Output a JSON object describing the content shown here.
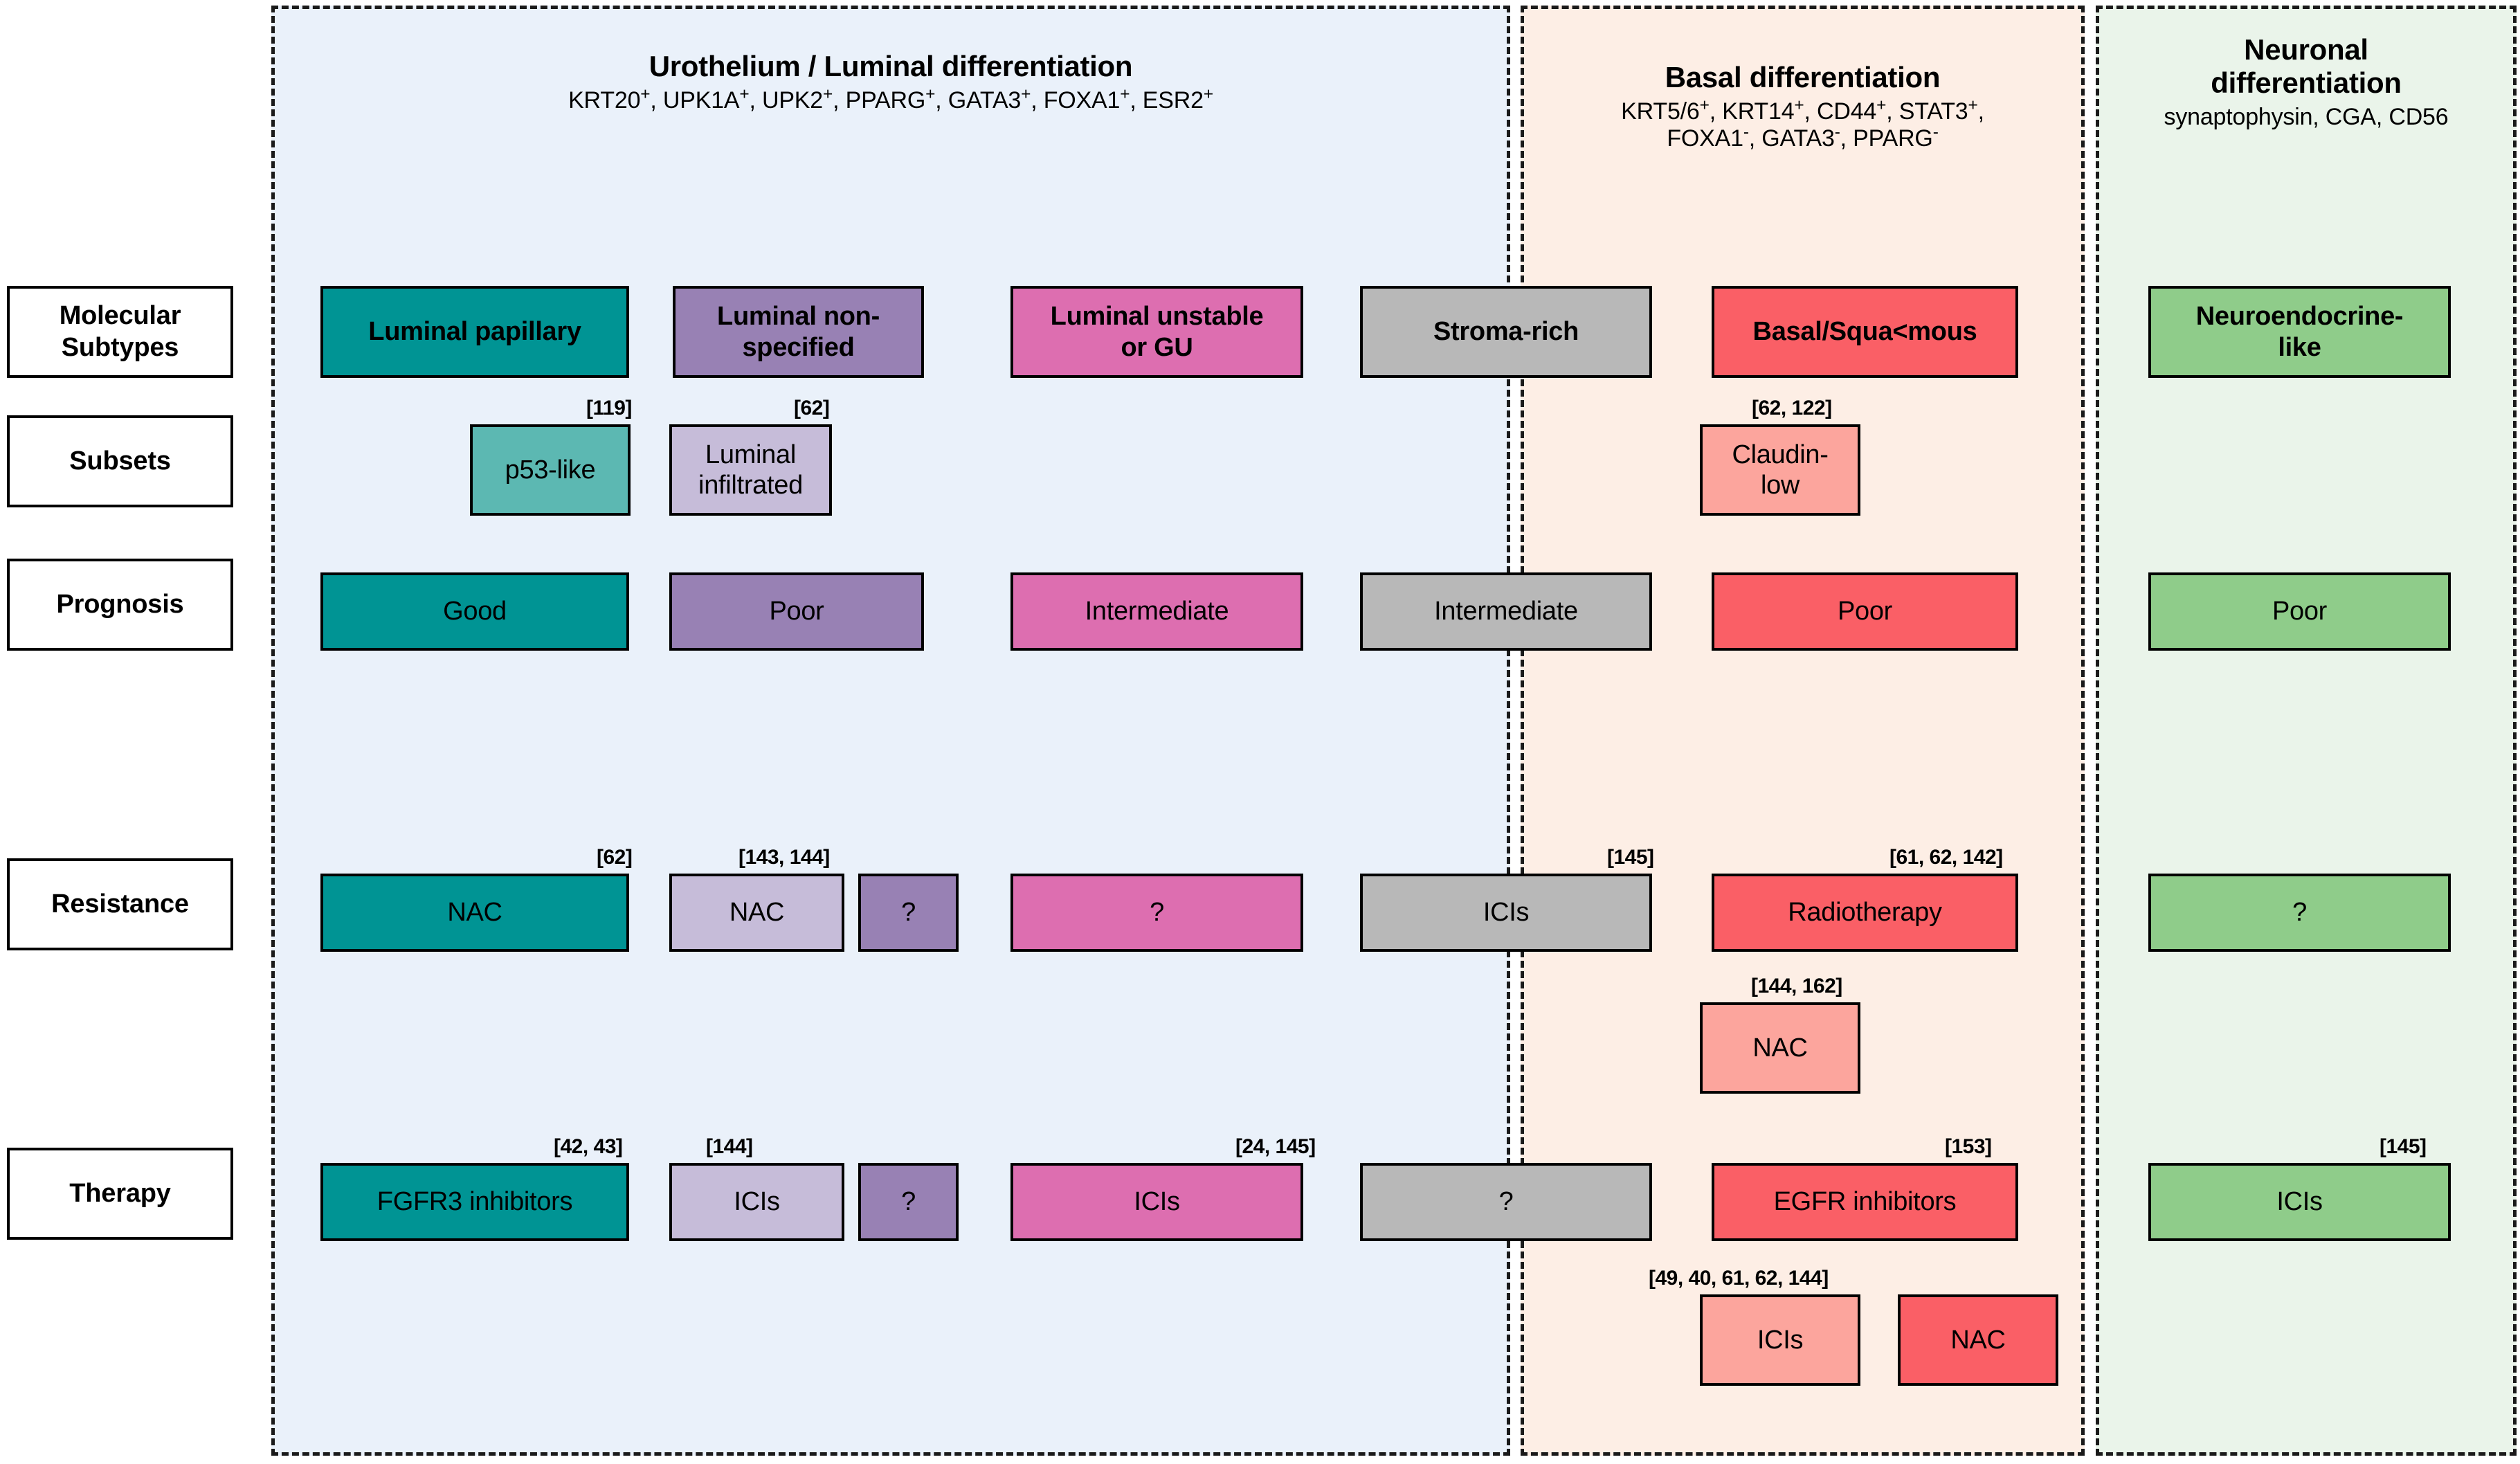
{
  "figure": {
    "title": "Bladder cancer molecular subtypes, prognosis, resistance and therapy",
    "type": "matrix-diagram"
  },
  "groups": [
    {
      "id": "luminal",
      "title": "Urothelium / Luminal differentiation",
      "markers": "KRT20+, UPK1A+, UPK2+, PPARG+, GATA3+, FOXA1+, ESR2+",
      "bg": "#eaf1fa"
    },
    {
      "id": "basal",
      "title": "Basal differentiation",
      "markers_line1": "KRT5/6+, KRT14+, CD44+, STAT3+,",
      "markers_line2": "FOXA1-, GATA3-, PPARG-",
      "bg": "#fdeee5"
    },
    {
      "id": "neuronal",
      "title_line1": "Neuronal",
      "title_line2": "differentiation",
      "markers": "synaptophysin, CGA, CD56",
      "bg": "#eaf4ea"
    }
  ],
  "row_labels": [
    {
      "id": "molecular-subtypes",
      "line1": "Molecular",
      "line2": "Subtypes"
    },
    {
      "id": "subsets",
      "line1": "Subsets",
      "line2": ""
    },
    {
      "id": "prognosis",
      "line1": "Prognosis",
      "line2": ""
    },
    {
      "id": "resistance",
      "line1": "Resistance",
      "line2": ""
    },
    {
      "id": "therapy",
      "line1": "Therapy",
      "line2": ""
    }
  ],
  "colors": {
    "teal": "#009494",
    "teal_light": "#5cb8b2",
    "purple": "#9881b4",
    "purple_light": "#c6bcd9",
    "magenta": "#dd6eb0",
    "gray": "#b8b8b8",
    "red": "#fa5f66",
    "red_light": "#fca59d",
    "green": "#8fcc8a"
  },
  "molecular_subtypes": [
    {
      "label": "Luminal papillary",
      "color": "teal"
    },
    {
      "label_line1": "Luminal non-",
      "label_line2": "specified",
      "color": "purple"
    },
    {
      "label_line1": "Luminal unstable",
      "label_line2": "or GU",
      "color": "magenta"
    },
    {
      "label": "Stroma-rich",
      "color": "gray"
    },
    {
      "label": "Basal/Squa<mous",
      "color": "red"
    },
    {
      "label_line1": "Neuroendocrine-",
      "label_line2": "like",
      "color": "green"
    }
  ],
  "subsets": [
    {
      "label": "p53-like",
      "color": "teal_light",
      "cite": "[119]"
    },
    {
      "label_line1": "Luminal",
      "label_line2": "infiltrated",
      "color": "purple_light",
      "cite": "[62]"
    },
    {
      "label_line1": "Claudin-",
      "label_line2": "low",
      "color": "red_light",
      "cite": "[62, 122]"
    }
  ],
  "prognosis": [
    {
      "label": "Good",
      "color": "teal"
    },
    {
      "label": "Poor",
      "color": "purple"
    },
    {
      "label": "Intermediate",
      "color": "magenta"
    },
    {
      "label": "Intermediate",
      "color": "gray"
    },
    {
      "label": "Poor",
      "color": "red"
    },
    {
      "label": "Poor",
      "color": "green"
    }
  ],
  "resistance": [
    {
      "label": "NAC",
      "color": "teal",
      "cite": "[62]"
    },
    {
      "label": "NAC",
      "color": "purple_light",
      "cite": "[143, 144]"
    },
    {
      "label": "?",
      "color": "purple",
      "cite": ""
    },
    {
      "label": "?",
      "color": "magenta",
      "cite": ""
    },
    {
      "label": "ICIs",
      "color": "gray",
      "cite": "[145]"
    },
    {
      "label": "Radiotherapy",
      "color": "red",
      "cite": "[61, 62, 142]"
    },
    {
      "label": "?",
      "color": "green",
      "cite": ""
    },
    {
      "label": "NAC",
      "color": "red_light",
      "cite": "[144, 162]"
    }
  ],
  "therapy": [
    {
      "label": "FGFR3 inhibitors",
      "color": "teal",
      "cite": "[42, 43]"
    },
    {
      "label": "ICIs",
      "color": "purple_light",
      "cite": "[144]"
    },
    {
      "label": "?",
      "color": "purple",
      "cite": ""
    },
    {
      "label": "ICIs",
      "color": "magenta",
      "cite": "[24, 145]"
    },
    {
      "label": "?",
      "color": "gray",
      "cite": ""
    },
    {
      "label": "EGFR inhibitors",
      "color": "red",
      "cite": "[153]"
    },
    {
      "label": "ICIs",
      "color": "green",
      "cite": "[145]"
    },
    {
      "label": "ICIs",
      "color": "red_light",
      "cite": "[49, 40, 61, 62, 144]"
    },
    {
      "label": "NAC",
      "color": "red",
      "cite": ""
    }
  ]
}
